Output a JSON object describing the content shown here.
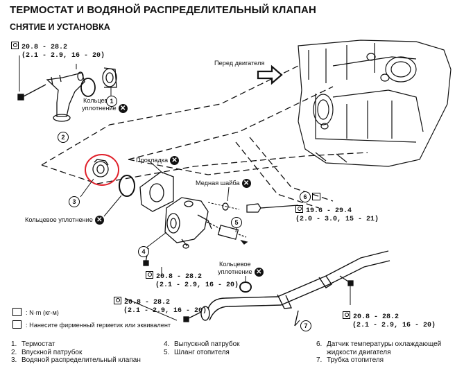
{
  "header": {
    "title": "ТЕРМОСТАТ И ВОДЯНОЙ РАСПРЕДЕЛИТЕЛЬНЫЙ КЛАПАН",
    "subtitle": "СНЯТИЕ И УСТАНОВКА"
  },
  "diagram": {
    "direction_label": "Перед двигателя",
    "labels": {
      "o_ring_top": "Кольцевое\nуплотнение",
      "gasket": "Прокладка",
      "copper_washer": "Медная шайба",
      "o_ring_left": "Кольцевое уплотнение",
      "o_ring_right": "Кольцевое\nуплотнение"
    },
    "callouts": [
      "1",
      "2",
      "3",
      "4",
      "5",
      "6",
      "7"
    ],
    "torques": {
      "top": {
        "value": "20.8 - 28.2",
        "range": "(2.1 - 2.9, 16 - 20)"
      },
      "sensor": {
        "value": "19.6 - 29.4",
        "range": "(2.0 - 3.0, 15 - 21)"
      },
      "mid": {
        "value": "20.8 - 28.2",
        "range": "(2.1 - 2.9, 16 - 20)"
      },
      "lower_left": {
        "value": "20.8 - 28.2",
        "range": "(2.1 - 2.9, 16 - 20)"
      },
      "lower_right": {
        "value": "20.8 - 28.2",
        "range": "(2.1 - 2.9, 16 - 20)"
      }
    }
  },
  "legend": {
    "torque_unit": ": N·m (кг-м)",
    "sealant": ": Нанесите фирменный герметик или эквивалент"
  },
  "parts": [
    {
      "num": "1.",
      "name": "Термостат"
    },
    {
      "num": "2.",
      "name": "Впускной патрубок"
    },
    {
      "num": "3.",
      "name": "Водяной распределительный клапан"
    },
    {
      "num": "4.",
      "name": "Выпускной патрубок"
    },
    {
      "num": "5.",
      "name": "Шланг отопителя"
    },
    {
      "num": "6.",
      "name": "Датчик температуры охлаждающей\nжидкости двигателя"
    },
    {
      "num": "7.",
      "name": "Трубка отопителя"
    }
  ],
  "colors": {
    "highlight": "#e0202a",
    "ink": "#111111"
  }
}
